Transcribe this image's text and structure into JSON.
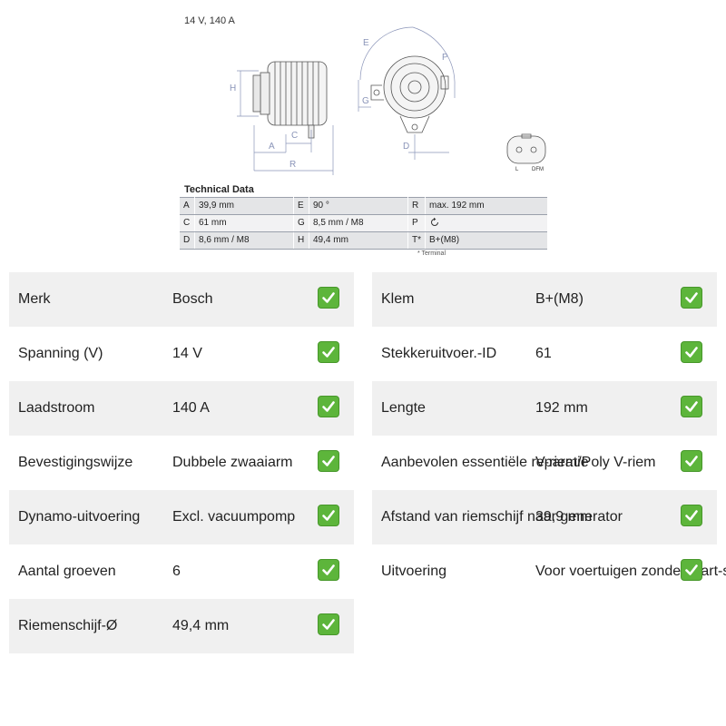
{
  "drawing": {
    "header": "14 V, 140 A",
    "dims": {
      "A": "A",
      "C": "C",
      "H": "H",
      "R": "R",
      "E": "E",
      "P": "P",
      "G": "G",
      "D": "D"
    },
    "connector": {
      "l": "L",
      "dfm": "DFM"
    }
  },
  "tech_data": {
    "title": "Technical Data",
    "rows": [
      [
        {
          "k": "A",
          "v": "39,9 mm"
        },
        {
          "k": "E",
          "v": "90 °"
        },
        {
          "k": "R",
          "v": "max. 192 mm"
        }
      ],
      [
        {
          "k": "C",
          "v": "61 mm"
        },
        {
          "k": "G",
          "v": "8,5 mm / M8"
        },
        {
          "k": "P",
          "v": "",
          "icon": "rotation-arrow-icon"
        }
      ],
      [
        {
          "k": "D",
          "v": "8,6 mm / M8"
        },
        {
          "k": "H",
          "v": "49,4 mm"
        },
        {
          "k": "T*",
          "v": "B+(M8)"
        }
      ]
    ],
    "footnote": "* Terminal"
  },
  "specs_left": [
    {
      "label": "Merk",
      "value": "Bosch"
    },
    {
      "label": "Spanning (V)",
      "value": "14 V"
    },
    {
      "label": "Laadstroom",
      "value": "140 A"
    },
    {
      "label": "Bevestigingswijze",
      "value": "Dubbele zwaaiarm"
    },
    {
      "label": "Dynamo-uitvoering",
      "value": "Excl. vacuumpomp"
    },
    {
      "label": "Aantal groeven",
      "value": "6"
    },
    {
      "label": "Riemenschijf-Ø",
      "value": "49,4 mm"
    }
  ],
  "specs_right": [
    {
      "label": "Klem",
      "value": "B+(M8)"
    },
    {
      "label": "Stekkeruitvoer.-ID",
      "value": "61"
    },
    {
      "label": "Lengte",
      "value": "192 mm"
    },
    {
      "label": "Aanbevolen essentiële reparatie",
      "value": "V-riem/Poly V-riem"
    },
    {
      "label": "Afstand van riemschijf naar generator",
      "value": "39,9 mm"
    },
    {
      "label": "Uitvoering",
      "value": "Voor voertuigen zonder start-stop"
    }
  ],
  "colors": {
    "check_green": "#5db53b",
    "row_shade": "#f0f0f0",
    "dim_line": "#8a94b8"
  },
  "icons": {
    "check": "check-mark-icon"
  }
}
